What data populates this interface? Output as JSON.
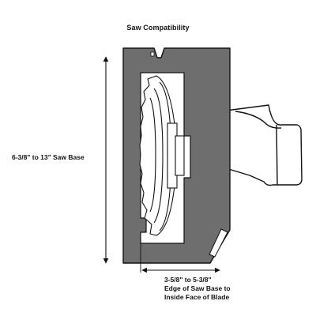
{
  "title": "Saw Compatibility",
  "labels": {
    "base_range": "6-3/8\" to 13\" Saw Base",
    "edge_range_line1": "3-5/8\" to 5-3/8\"",
    "edge_range_line2": "Edge of Saw Base to",
    "edge_range_line3": "Inside Face of Blade"
  },
  "colors": {
    "body_fill": "#6e6e6e",
    "outline": "#111111",
    "background": "#ffffff"
  }
}
